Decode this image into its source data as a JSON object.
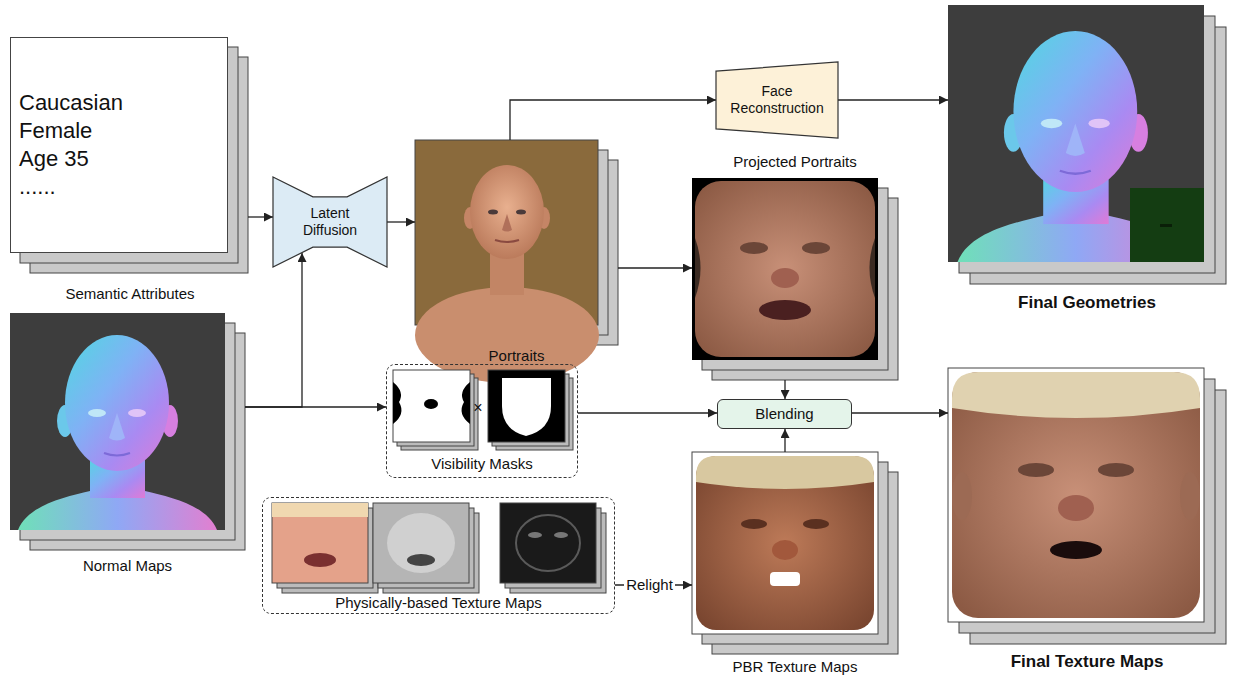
{
  "diagram": {
    "nodes": [
      {
        "text": [
          "Caucasian",
          "Female",
          "Age 35",
          "......",
          "Semantic Attributes"
        ]
      },
      {
        "text": [
          "Latent Diffusion"
        ]
      },
      {
        "text": [
          "Portraits"
        ]
      },
      {
        "text": [
          "Face Reconstruction"
        ]
      },
      {
        "text": [
          "Projected Portraits"
        ]
      },
      {
        "text": [
          "Final Geometries"
        ]
      },
      {
        "text": [
          "Normal Maps"
        ]
      },
      {
        "text": [
          "Visibility Masks"
        ]
      },
      {
        "text": [
          "Blending"
        ]
      },
      {
        "text": [
          "Physically-based Texture Maps"
        ]
      },
      {
        "text": [
          "PBR Texture Maps"
        ]
      },
      {
        "text": [
          "Final Texture Maps"
        ]
      }
    ],
    "edges": [
      {
        "from": 0,
        "to": 1,
        "arrow": "to"
      },
      {
        "from": 6,
        "to": 1,
        "arrow": "to"
      },
      {
        "from": 6,
        "to": 7,
        "arrow": "to"
      },
      {
        "from": 1,
        "to": 2,
        "arrow": "to"
      },
      {
        "from": 2,
        "to": 3,
        "arrow": "to"
      },
      {
        "from": 3,
        "to": 5,
        "arrow": "to"
      },
      {
        "from": 2,
        "to": 4,
        "arrow": "to"
      },
      {
        "from": 4,
        "to": 8,
        "arrow": "to"
      },
      {
        "from": 7,
        "to": 8,
        "arrow": "to"
      },
      {
        "from": 10,
        "to": 8,
        "arrow": "to"
      },
      {
        "from": 8,
        "to": 11,
        "arrow": "to"
      },
      {
        "from": 9,
        "to": 10,
        "label": "Relight",
        "arrow": "to"
      }
    ],
    "labels": [
      "×"
    ]
  }
}
